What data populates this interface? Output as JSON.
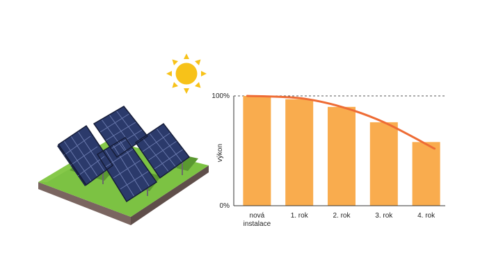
{
  "chart_data": {
    "type": "bar",
    "title": "",
    "xlabel": "",
    "ylabel": "výkon",
    "categories": [
      [
        "nová",
        "instalace"
      ],
      [
        "1. rok"
      ],
      [
        "2. rok"
      ],
      [
        "3. rok"
      ],
      [
        "4. rok"
      ]
    ],
    "values": [
      100,
      97,
      90,
      76,
      58
    ],
    "trend_line": [
      100,
      98,
      90,
      76,
      52
    ],
    "ylim": [
      0,
      100
    ],
    "yticks": [
      {
        "value": 0,
        "label": "0%"
      },
      {
        "value": 100,
        "label": "100%"
      }
    ],
    "reference_line": {
      "value": 100,
      "style": "dashed"
    },
    "grid": false,
    "colors": {
      "bars": "#f9ac4e",
      "trend": "#ee6c35",
      "axis": "#333333"
    }
  },
  "illustration": {
    "icons": [
      "sun-icon",
      "solar-panel-array-icon"
    ],
    "colors": {
      "sun": "#f7c219",
      "grass": "#7cc243",
      "soil": "#7a6560",
      "panel": "#2b3a6b"
    }
  }
}
